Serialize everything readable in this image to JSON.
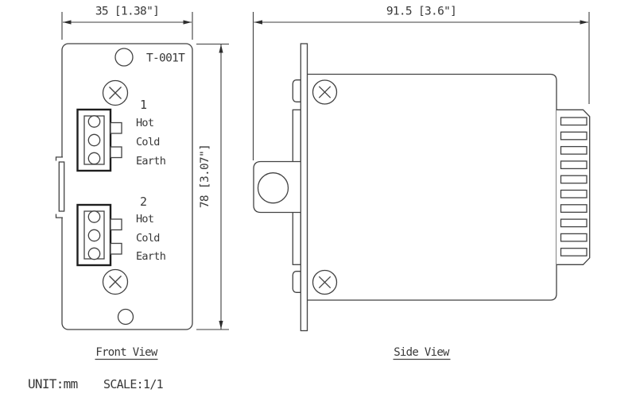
{
  "drawing": {
    "model_label": "T-001T",
    "unit_label": "UNIT:mm",
    "scale_label": "SCALE:1/1",
    "front_view": {
      "caption": "Front View",
      "width_dimension": "35 [1.38\"]",
      "height_dimension": "78 [3.07\"]",
      "terminal_blocks": [
        {
          "number": "1",
          "pin_labels": [
            "Hot",
            "Cold",
            "Earth"
          ]
        },
        {
          "number": "2",
          "pin_labels": [
            "Hot",
            "Cold",
            "Earth"
          ]
        }
      ]
    },
    "side_view": {
      "caption": "Side View",
      "width_dimension": "91.5 [3.6\"]"
    },
    "colors": {
      "line": "#424242",
      "bold_line": "#1e1e1e",
      "text": "#383838",
      "background": "#ffffff"
    }
  }
}
